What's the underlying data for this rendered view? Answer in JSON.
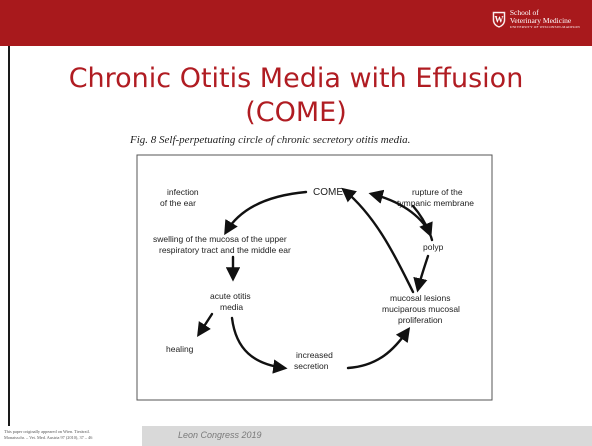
{
  "header": {
    "brand_line1": "School of",
    "brand_line2": "Veterinary Medicine",
    "brand_line3": "UNIVERSITY OF WISCONSIN-MADISON",
    "crest_letter": "W",
    "bar_color": "#a8191c"
  },
  "slide": {
    "title_line1": "Chronic Otitis Media with Effusion",
    "title_line2": "(COME)",
    "title_color": "#b01c22",
    "figure_caption": "Fig. 8 Self-perpetuating circle of chronic secretory otitis media."
  },
  "diagram": {
    "come": "COME",
    "infection_line1": "infection",
    "infection_line2": "of the ear",
    "rupture_line1": "rupture of the",
    "rupture_line2": "tympanic membrane",
    "swelling_line1": "swelling of the mucosa of the upper",
    "swelling_line2": "respiratory tract and the middle ear",
    "polyp": "polyp",
    "acute_line1": "acute otitis",
    "acute_line2": "media",
    "mucosal_line1": "mucosal lesions",
    "mucosal_line2": "muciparous mucosal",
    "mucosal_line3": "proliferation",
    "healing": "healing",
    "increased_line1": "increased",
    "increased_line2": "secretion"
  },
  "footer": {
    "note_line1": "This paper originally appeared on Wien. Tierärztl.",
    "note_line2": "Monatsschr. – Vet. Med. Austria 97 (2010), 37 – 46",
    "conference": "Leon Congress 2019"
  }
}
